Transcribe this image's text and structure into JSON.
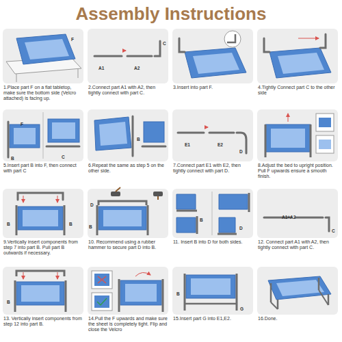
{
  "diagram": {
    "title": "Assembly Instructions",
    "nodes": [
      {
        "text": [
          "1.Place part F on a flat tabletop, make sure the bottom side (Velcro attached) is facing up."
        ]
      },
      {
        "text": [
          "2.Connect part A1 with A2, then tightly connect with part C."
        ]
      },
      {
        "text": [
          "3.Insert into part F."
        ]
      },
      {
        "text": [
          "4.Tightly Connect part C to the other side"
        ]
      },
      {
        "text": [
          "5.Insert part B into F, then connect with part C"
        ]
      },
      {
        "text": [
          "6.Repeat the same as step 5 on the other side."
        ]
      },
      {
        "text": [
          "7.Connect part E1 with E2, then tightly connect with part D."
        ]
      },
      {
        "text": [
          "8.Adjust the bed to upright position. Pull F upwards ensure a smooth finish."
        ]
      },
      {
        "text": [
          "9.Vertically insert components from step 7 into part B. Pull part B outwards if necessary."
        ]
      },
      {
        "text": [
          "10. Recommend using a rubber hammer to secure part D into B."
        ]
      },
      {
        "text": [
          "11. Insert B into D for both sides."
        ]
      },
      {
        "text": [
          "12. Connect part A1 with A2, then tightly connect with part C."
        ]
      },
      {
        "text": [
          "13. Vertically insert components from step 12 into part B."
        ]
      },
      {
        "text": [
          "14.Pull the F upwards and make sure the sheet is completely tight. Flip and close the Velcro"
        ]
      },
      {
        "text": [
          "15.Insert part G into E1,E2."
        ]
      },
      {
        "text": [
          "16.Done."
        ]
      }
    ],
    "labels": [
      "F",
      "A1",
      "A2",
      "C",
      "F",
      "B",
      "C",
      "B",
      "E1",
      "E2",
      "D",
      "B",
      "B",
      "D",
      "B",
      "B",
      "D",
      "A1+A2",
      "C",
      "B",
      "G",
      "B"
    ]
  }
}
